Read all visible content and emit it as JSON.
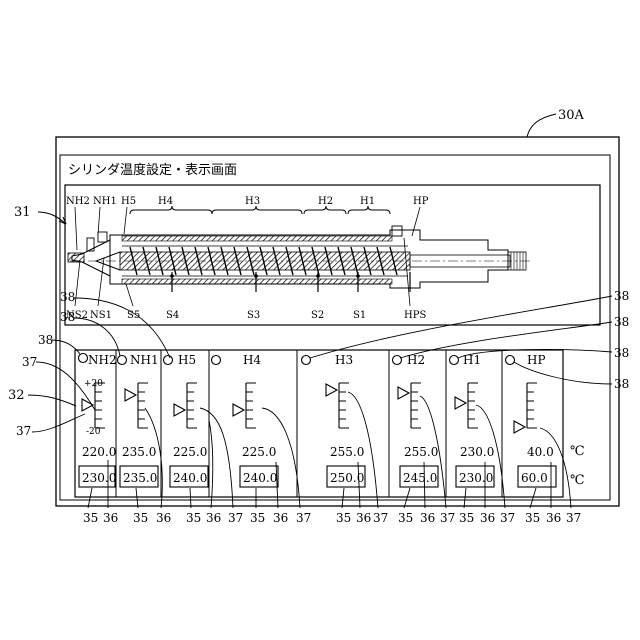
{
  "ref_screen": "30A",
  "ref_display": "31",
  "ref_panel": "32",
  "screen_title": "シリンダ温度設定・表示画面",
  "cylinder": {
    "heater_labels": [
      "NH2",
      "NH1",
      "H5",
      "H4",
      "H3",
      "H2",
      "H1",
      "HP"
    ],
    "sensor_labels": [
      "NS2",
      "NS1",
      "S5",
      "S4",
      "S3",
      "S2",
      "S1",
      "HPS"
    ]
  },
  "gauge_scale": {
    "upper": "+20",
    "lower": "-20"
  },
  "zones": [
    {
      "label": "NH2",
      "actual": "220.0",
      "setpoint": "230.0"
    },
    {
      "label": "NH1",
      "actual": "235.0",
      "setpoint": "235.0"
    },
    {
      "label": "H5",
      "actual": "225.0",
      "setpoint": "240.0"
    },
    {
      "label": "H4",
      "actual": "225.0",
      "setpoint": "240.0"
    },
    {
      "label": "H3",
      "actual": "255.0",
      "setpoint": "250.0"
    },
    {
      "label": "H2",
      "actual": "255.0",
      "setpoint": "245.0"
    },
    {
      "label": "H1",
      "actual": "230.0",
      "setpoint": "230.0"
    },
    {
      "label": "HP",
      "actual": "40.0",
      "setpoint": "60.0"
    }
  ],
  "unit": "℃",
  "refs": {
    "lamp": "38",
    "gauge": "37",
    "actual": "36",
    "setpoint": "35"
  }
}
